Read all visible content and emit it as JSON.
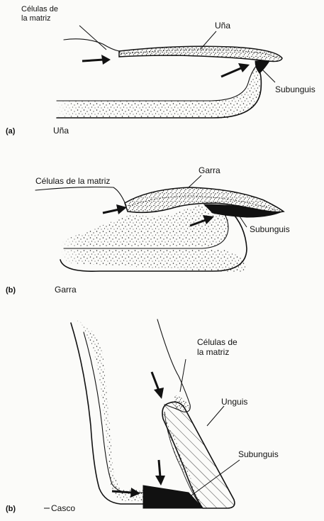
{
  "panels": [
    {
      "tag": "(a)",
      "caption": "Uña",
      "labels": {
        "matrix": [
          "Células de",
          "la matriz"
        ],
        "plate": "Uña",
        "subunguis": "Subunguis"
      }
    },
    {
      "tag": "(b)",
      "caption": "Garra",
      "labels": {
        "matrix": "Células de la matriz",
        "plate": "Garra",
        "subunguis": "Subunguis"
      }
    },
    {
      "tag": "(b)",
      "caption": "Casco",
      "labels": {
        "matrix": [
          "Células de",
          "la matriz"
        ],
        "plate": "Unguis",
        "subunguis": "Subunguis"
      }
    }
  ]
}
